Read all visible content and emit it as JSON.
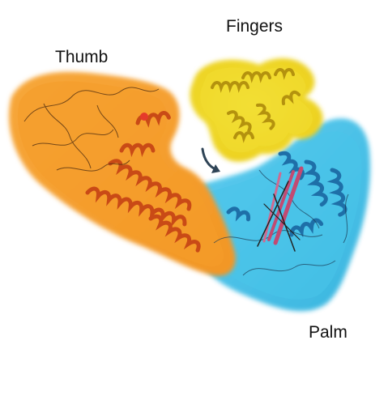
{
  "labels": {
    "fingers": "Fingers",
    "thumb": "Thumb",
    "palm": "Palm"
  },
  "colors": {
    "thumb_fill": "#f5a12e",
    "thumb_helix": "#c94a16",
    "fingers_fill": "#f6e02e",
    "fingers_helix": "#c9a410",
    "palm_fill": "#3ebfe6",
    "palm_helix": "#1e6fa8",
    "active_site": "#c24a72",
    "arrow": "#2f4456"
  }
}
